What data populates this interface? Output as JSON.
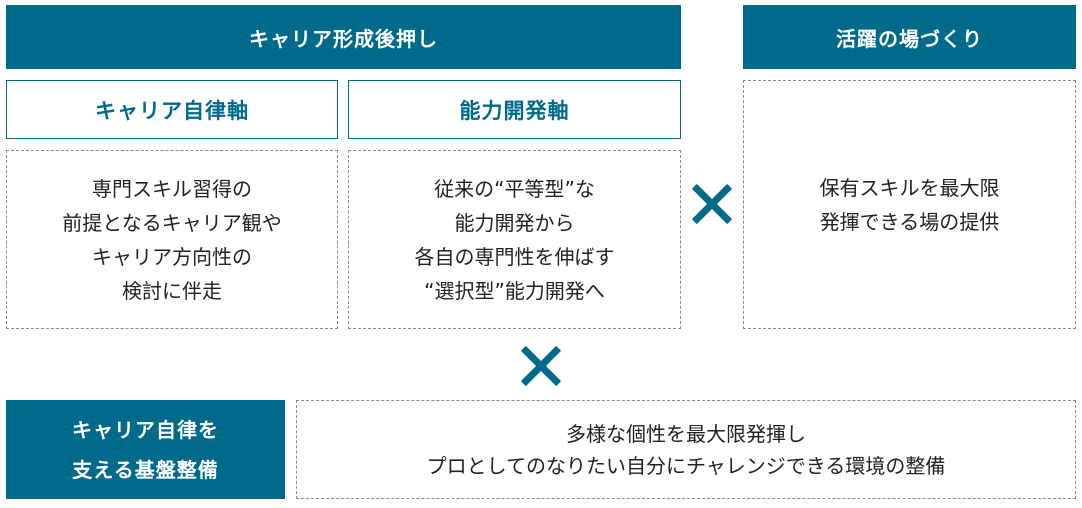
{
  "colors": {
    "accent": "#006a8b"
  },
  "top_left": {
    "header": "キャリア形成後押し",
    "columns": [
      {
        "title": "キャリア自律軸",
        "lines": [
          "専門スキル習得の",
          "前提となるキャリア観や",
          "キャリア方向性の",
          "検討に伴走"
        ]
      },
      {
        "title": "能力開発軸",
        "lines": [
          "従来の“平等型”な",
          "能力開発から",
          "各自の専門性を伸ばす",
          "“選択型”能力開発へ"
        ]
      }
    ]
  },
  "top_right": {
    "header": "活躍の場づくり",
    "lines": [
      "保有スキルを最大限",
      "発揮できる場の提供"
    ]
  },
  "bottom": {
    "label_lines": [
      "キャリア自律を",
      "支える基盤整備"
    ],
    "content_lines": [
      "多様な個性を最大限発揮し",
      "プロとしてのなりたい自分にチャレンジできる環境の整備"
    ]
  },
  "icons": {
    "horizontal_multiply": "multiply-icon",
    "vertical_multiply": "multiply-icon"
  }
}
